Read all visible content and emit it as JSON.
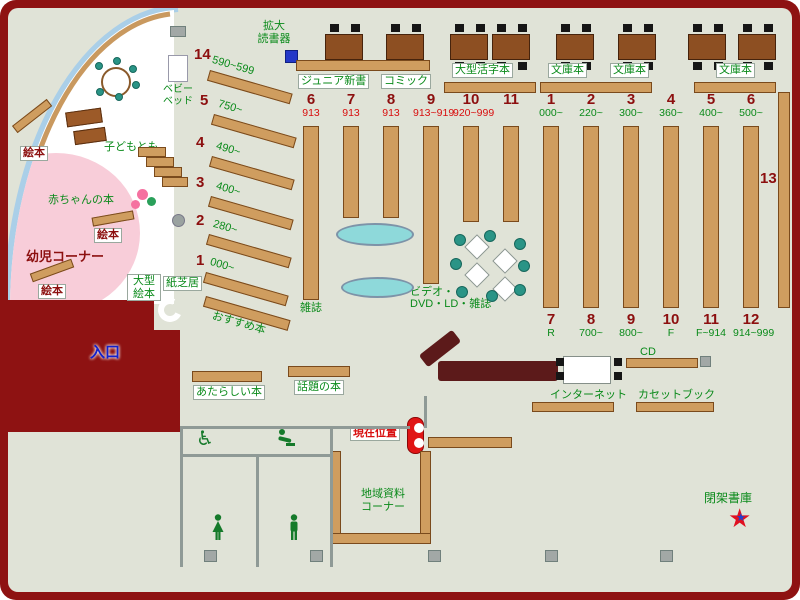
{
  "labels": {
    "magnifier_1": "拡大",
    "magnifier_2": "読書器",
    "junior": "ジュニア新書",
    "comic": "コミック",
    "large_print": "大型活字本",
    "bunko_1": "文庫本",
    "bunko_2": "文庫本",
    "bunko_3": "文庫本",
    "zasshi": "雑誌",
    "video_1": "ビデオ・",
    "video_2": "DVD・LD・雑誌",
    "osusume": "おすすめ本",
    "ehon_1": "絵本",
    "ehon_2": "絵本",
    "ehon_3": "絵本",
    "akachan": "赤ちゃんの本",
    "yoji": "幼児コーナー",
    "kodomo": "子どもとも",
    "babybed_1": "ベビー",
    "babybed_2": "ベッド",
    "ogata_1": "大型",
    "ogata_2": "絵本",
    "kamishibai": "紙芝居",
    "iriguchi": "入口",
    "atarashii": "あたらしい本",
    "wadai": "話題の本",
    "genzai": "現在位置",
    "chiiki_1": "地域資料",
    "chiiki_2": "コーナー",
    "internet": "インターネット",
    "cd": "CD",
    "cassette": "カセットブック",
    "heika": "閉架書庫",
    "num13": "13"
  },
  "shelf_groups": {
    "left": [
      {
        "num": "14",
        "range": "590~599"
      },
      {
        "num": "5",
        "range": "750~"
      },
      {
        "num": "4",
        "range": "490~"
      },
      {
        "num": "3",
        "range": "400~"
      },
      {
        "num": "2",
        "range": "280~"
      },
      {
        "num": "1",
        "range": "000~"
      }
    ],
    "top_mid": [
      {
        "num": "6",
        "range": "913"
      },
      {
        "num": "7",
        "range": "913"
      },
      {
        "num": "8",
        "range": "913"
      },
      {
        "num": "9",
        "range": "913~919"
      },
      {
        "num": "10",
        "range": "920~999"
      },
      {
        "num": "11",
        "range": ""
      }
    ],
    "top_right": [
      {
        "num": "1",
        "range": "000~"
      },
      {
        "num": "2",
        "range": "220~"
      },
      {
        "num": "3",
        "range": "300~"
      },
      {
        "num": "4",
        "range": "360~"
      },
      {
        "num": "5",
        "range": "400~"
      },
      {
        "num": "6",
        "range": "500~"
      }
    ],
    "bottom_right": [
      {
        "num": "7",
        "range": "R"
      },
      {
        "num": "8",
        "range": "700~"
      },
      {
        "num": "9",
        "range": "800~"
      },
      {
        "num": "10",
        "range": "F"
      },
      {
        "num": "11",
        "range": "F~914"
      },
      {
        "num": "12",
        "range": "914~999"
      }
    ]
  },
  "icons": {
    "star": "★",
    "wheelchair": "♿"
  },
  "colors": {
    "wall": "#8e1212",
    "shelf": "#cf9d5f",
    "floor": "#e0e3d7",
    "accent_green": "#0a8a1a",
    "accent_red": "#d80f0f",
    "entrance_blue": "#1220cc",
    "kids_pink": "#f8cdd9",
    "bench_cyan": "#8ed9da"
  }
}
